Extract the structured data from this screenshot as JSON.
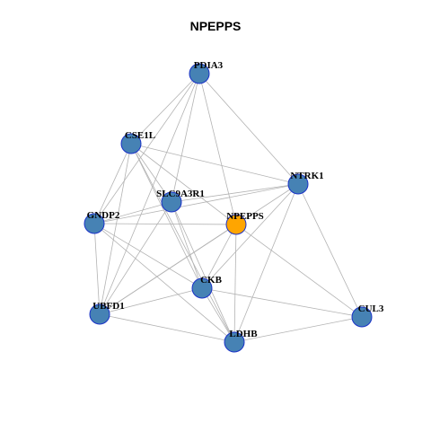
{
  "title": "NPEPPS",
  "colors": {
    "node_default": "#4682b4",
    "node_highlight": "#ffa500",
    "node_border": "#1a32c8",
    "edge": "#b3b3b3"
  },
  "network": {
    "highlight": "NPEPPS",
    "nodes": [
      {
        "id": "PDIA3"
      },
      {
        "id": "CSE1L"
      },
      {
        "id": "NTRK1"
      },
      {
        "id": "SLC9A3R1"
      },
      {
        "id": "GNDP2"
      },
      {
        "id": "NPEPPS"
      },
      {
        "id": "CKB"
      },
      {
        "id": "UBFD1"
      },
      {
        "id": "CUL3"
      },
      {
        "id": "LDHB"
      }
    ],
    "edges": [
      [
        "PDIA3",
        "CSE1L"
      ],
      [
        "PDIA3",
        "GNDP2"
      ],
      [
        "PDIA3",
        "SLC9A3R1"
      ],
      [
        "PDIA3",
        "NPEPPS"
      ],
      [
        "PDIA3",
        "UBFD1"
      ],
      [
        "PDIA3",
        "NTRK1"
      ],
      [
        "CSE1L",
        "SLC9A3R1"
      ],
      [
        "CSE1L",
        "GNDP2"
      ],
      [
        "CSE1L",
        "NPEPPS"
      ],
      [
        "CSE1L",
        "NTRK1"
      ],
      [
        "CSE1L",
        "CKB"
      ],
      [
        "CSE1L",
        "UBFD1"
      ],
      [
        "CSE1L",
        "LDHB"
      ],
      [
        "NTRK1",
        "SLC9A3R1"
      ],
      [
        "NTRK1",
        "GNDP2"
      ],
      [
        "NTRK1",
        "CKB"
      ],
      [
        "NTRK1",
        "LDHB"
      ],
      [
        "NTRK1",
        "CUL3"
      ],
      [
        "NTRK1",
        "UBFD1"
      ],
      [
        "SLC9A3R1",
        "GNDP2"
      ],
      [
        "SLC9A3R1",
        "CKB"
      ],
      [
        "SLC9A3R1",
        "LDHB"
      ],
      [
        "SLC9A3R1",
        "UBFD1"
      ],
      [
        "GNDP2",
        "NPEPPS"
      ],
      [
        "GNDP2",
        "UBFD1"
      ],
      [
        "GNDP2",
        "CKB"
      ],
      [
        "GNDP2",
        "LDHB"
      ],
      [
        "NPEPPS",
        "CKB"
      ],
      [
        "NPEPPS",
        "LDHB"
      ],
      [
        "NPEPPS",
        "CUL3"
      ],
      [
        "NPEPPS",
        "UBFD1"
      ],
      [
        "CKB",
        "UBFD1"
      ],
      [
        "CKB",
        "LDHB"
      ],
      [
        "CKB",
        "CUL3"
      ],
      [
        "UBFD1",
        "LDHB"
      ],
      [
        "LDHB",
        "CUL3"
      ]
    ]
  }
}
